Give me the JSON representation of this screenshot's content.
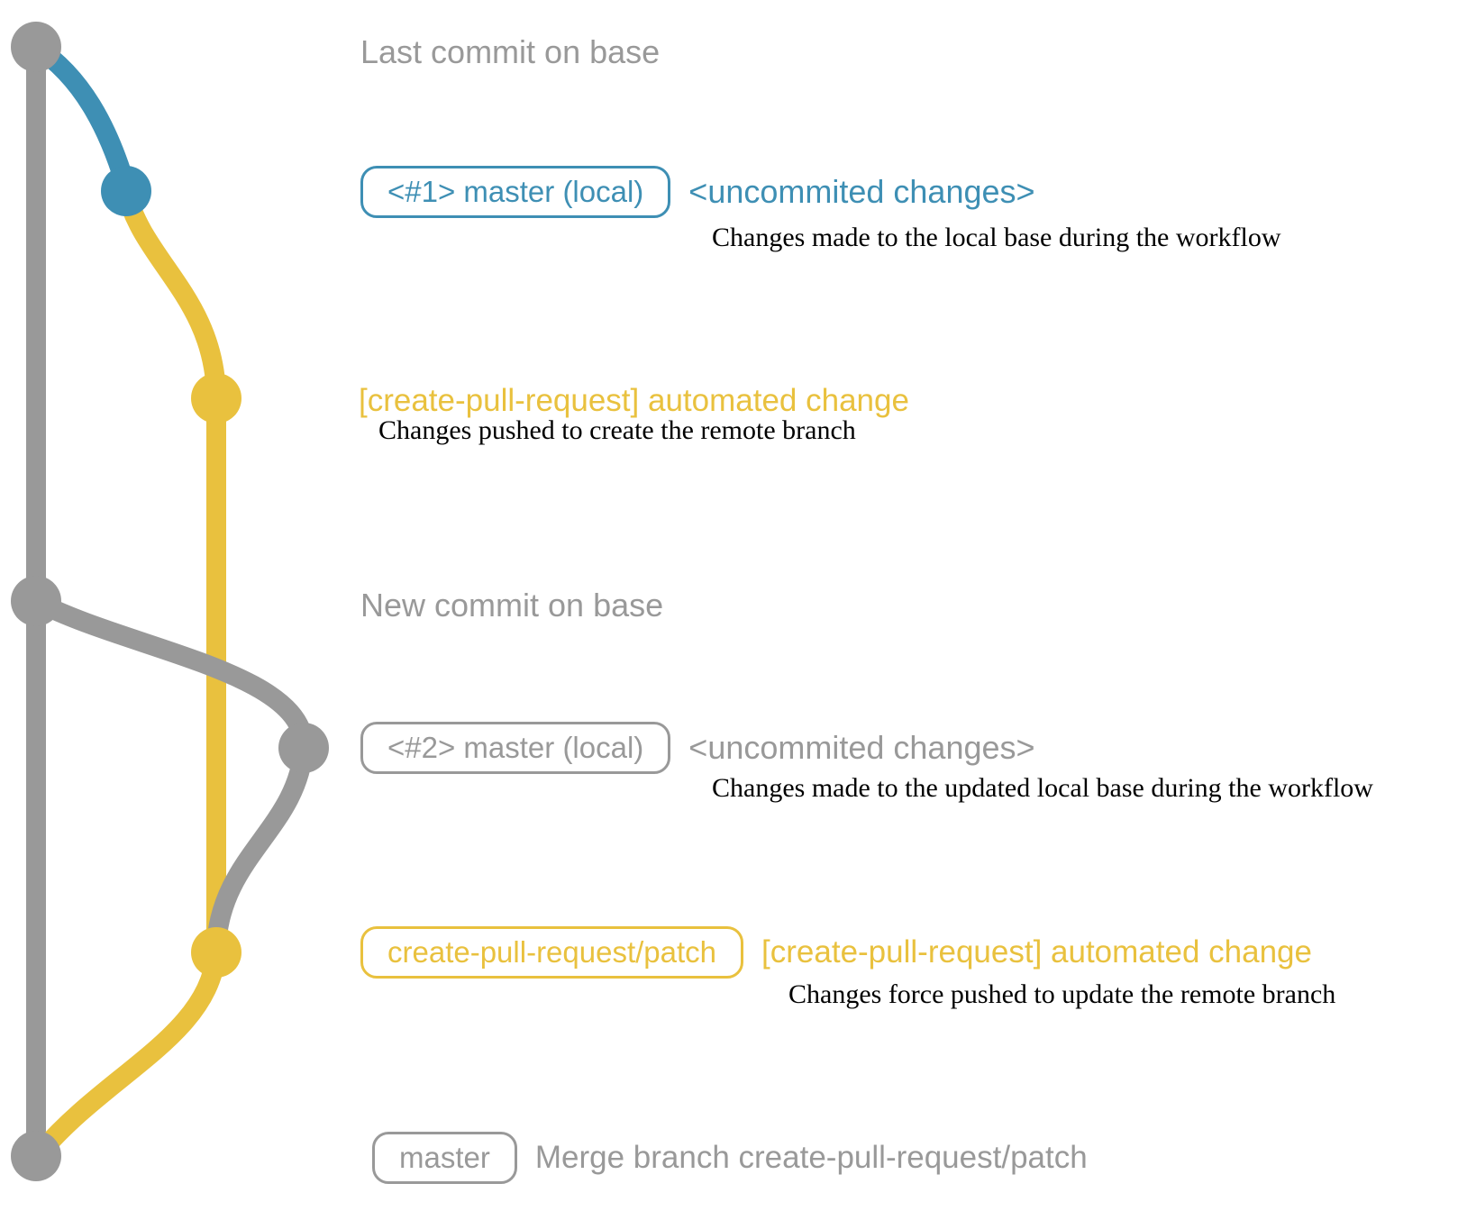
{
  "colors": {
    "gray": "#999999",
    "blue": "#3e8fb4",
    "yellow": "#e9c13e",
    "text_dark": "#000000"
  },
  "rows": {
    "r1": {
      "label": "Last commit on base"
    },
    "r2": {
      "badge": "<#1> master (local)",
      "title": "<uncommited changes>",
      "desc": "Changes made to the local base during the workflow"
    },
    "r3": {
      "title": "[create-pull-request] automated change",
      "desc": "Changes pushed to create the remote branch"
    },
    "r4": {
      "label": "New commit on base"
    },
    "r5": {
      "badge": "<#2> master (local)",
      "title": "<uncommited changes>",
      "desc": "Changes made to the updated local base during the workflow"
    },
    "r6": {
      "badge": "create-pull-request/patch",
      "title": "[create-pull-request] automated change",
      "desc": "Changes force pushed to update the remote branch"
    },
    "r7": {
      "badge": "master",
      "title": "Merge branch create-pull-request/patch"
    }
  },
  "graph": {
    "commits": [
      {
        "name": "last-commit-on-base",
        "color": "gray"
      },
      {
        "name": "uncommited-changes-1",
        "color": "blue"
      },
      {
        "name": "automated-change-1",
        "color": "yellow"
      },
      {
        "name": "new-commit-on-base",
        "color": "gray"
      },
      {
        "name": "uncommited-changes-2",
        "color": "gray"
      },
      {
        "name": "automated-change-2",
        "color": "yellow"
      },
      {
        "name": "merge-branch-create-pull-request-patch",
        "color": "gray"
      }
    ]
  }
}
